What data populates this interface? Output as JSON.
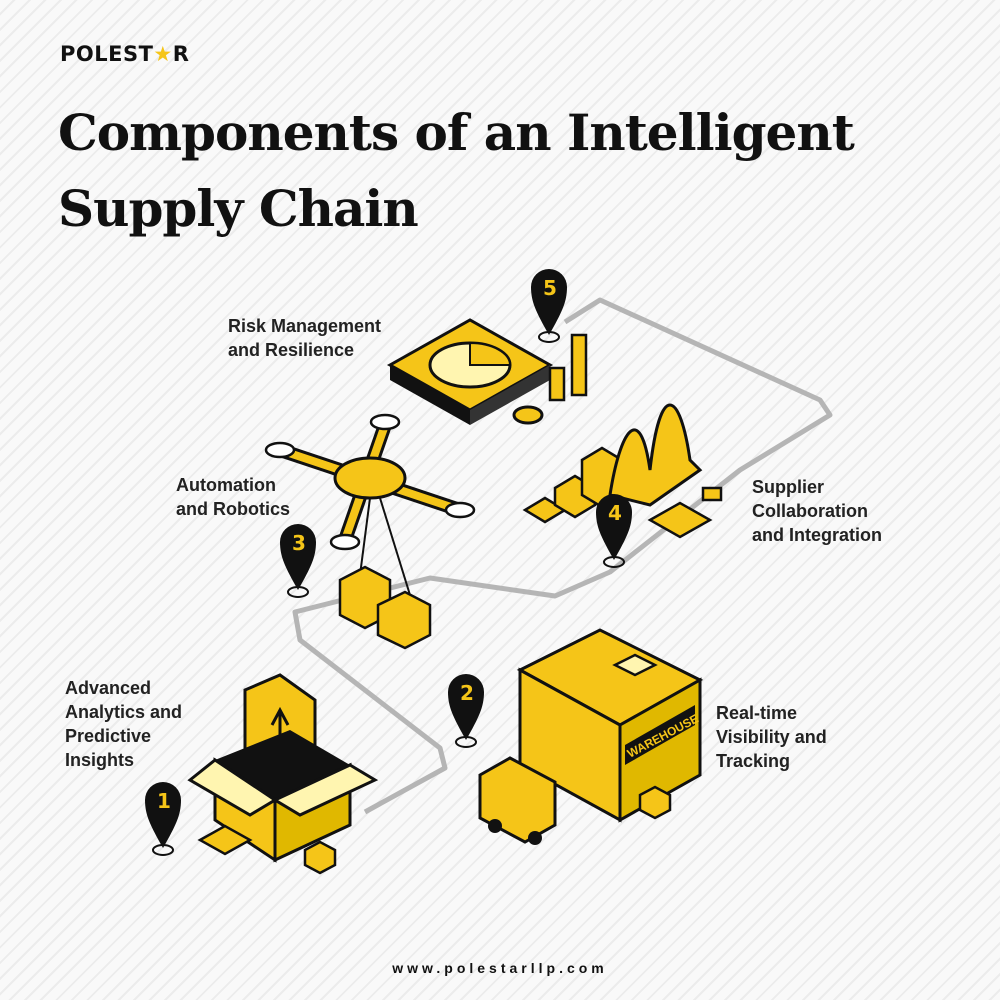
{
  "brand": {
    "logo_text": "POLESTAR",
    "website": "www.polestarllp.com",
    "accent_color": "#f5c518"
  },
  "title": "Components of an Intelligent Supply Chain",
  "components": [
    {
      "number": "1",
      "label": "Advanced\nAnalytics and\nPredictive\nInsights",
      "icon": "open-box-icon"
    },
    {
      "number": "2",
      "label": "Real-time\nVisibility and\nTracking",
      "icon": "warehouse-icon"
    },
    {
      "number": "3",
      "label": "Automation\nand Robotics",
      "icon": "drone-icon"
    },
    {
      "number": "4",
      "label": "Supplier\nCollaboration\nand Integration",
      "icon": "bar-chart-icon"
    },
    {
      "number": "5",
      "label": "Risk Management\nand Resilience",
      "icon": "pie-chart-icon"
    }
  ],
  "warehouse_sign": "WAREHOUSE"
}
